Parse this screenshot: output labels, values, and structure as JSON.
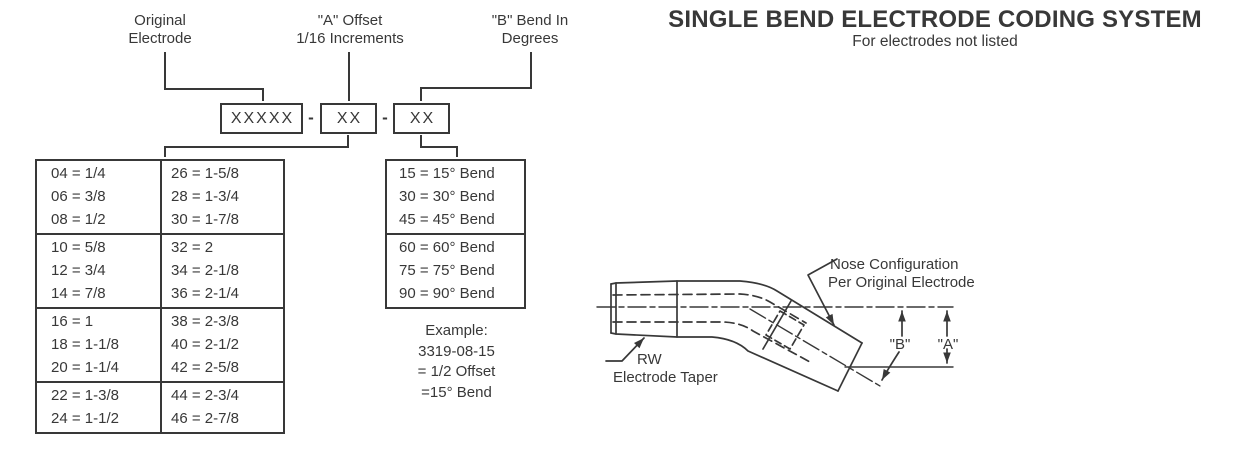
{
  "header": {
    "title": "SINGLE BEND ELECTRODE CODING SYSTEM",
    "subtitle": "For electrodes not listed"
  },
  "code_diagram": {
    "labels": {
      "original_line1": "Original",
      "original_line2": "Electrode",
      "offset_line1": "\"A\" Offset",
      "offset_line2": "1/16 Increments",
      "bend_line1": "\"B\" Bend In",
      "bend_line2": "Degrees"
    },
    "boxes": {
      "electrode": "XXXXX",
      "offset": "XX",
      "bend": "XX"
    },
    "separator": "-"
  },
  "offset_table": {
    "groups": [
      {
        "left": [
          "04 = 1/4",
          "06 = 3/8",
          "08 = 1/2"
        ],
        "right": [
          "26 = 1-5/8",
          "28 = 1-3/4",
          "30 = 1-7/8"
        ]
      },
      {
        "left": [
          "10 = 5/8",
          "12 = 3/4",
          "14 = 7/8"
        ],
        "right": [
          "32 = 2",
          "34 = 2-1/8",
          "36 = 2-1/4"
        ]
      },
      {
        "left": [
          "16 = 1",
          "18 = 1-1/8",
          "20 = 1-1/4"
        ],
        "right": [
          "38 = 2-3/8",
          "40 = 2-1/2",
          "42 = 2-5/8"
        ]
      },
      {
        "left": [
          "22 = 1-3/8",
          "24 = 1-1/2"
        ],
        "right": [
          "44 = 2-3/4",
          "46 = 2-7/8"
        ]
      }
    ]
  },
  "bend_table": {
    "groups": [
      [
        "15 = 15° Bend",
        "30 = 30° Bend",
        "45 = 45° Bend"
      ],
      [
        "60 = 60° Bend",
        "75 = 75° Bend",
        "90 = 90° Bend"
      ]
    ]
  },
  "example": {
    "lines": [
      "Example:",
      "3319-08-15",
      "= 1/2 Offset",
      "=15° Bend"
    ]
  },
  "drawing": {
    "labels": {
      "nose_line1": "Nose Configuration",
      "nose_line2": "Per Original Electrode",
      "taper_line1": "RW",
      "taper_line2": "Electrode Taper",
      "dim_b": "\"B\"",
      "dim_a": "\"A\""
    }
  },
  "colors": {
    "ink": "#383838",
    "background": "#ffffff"
  }
}
